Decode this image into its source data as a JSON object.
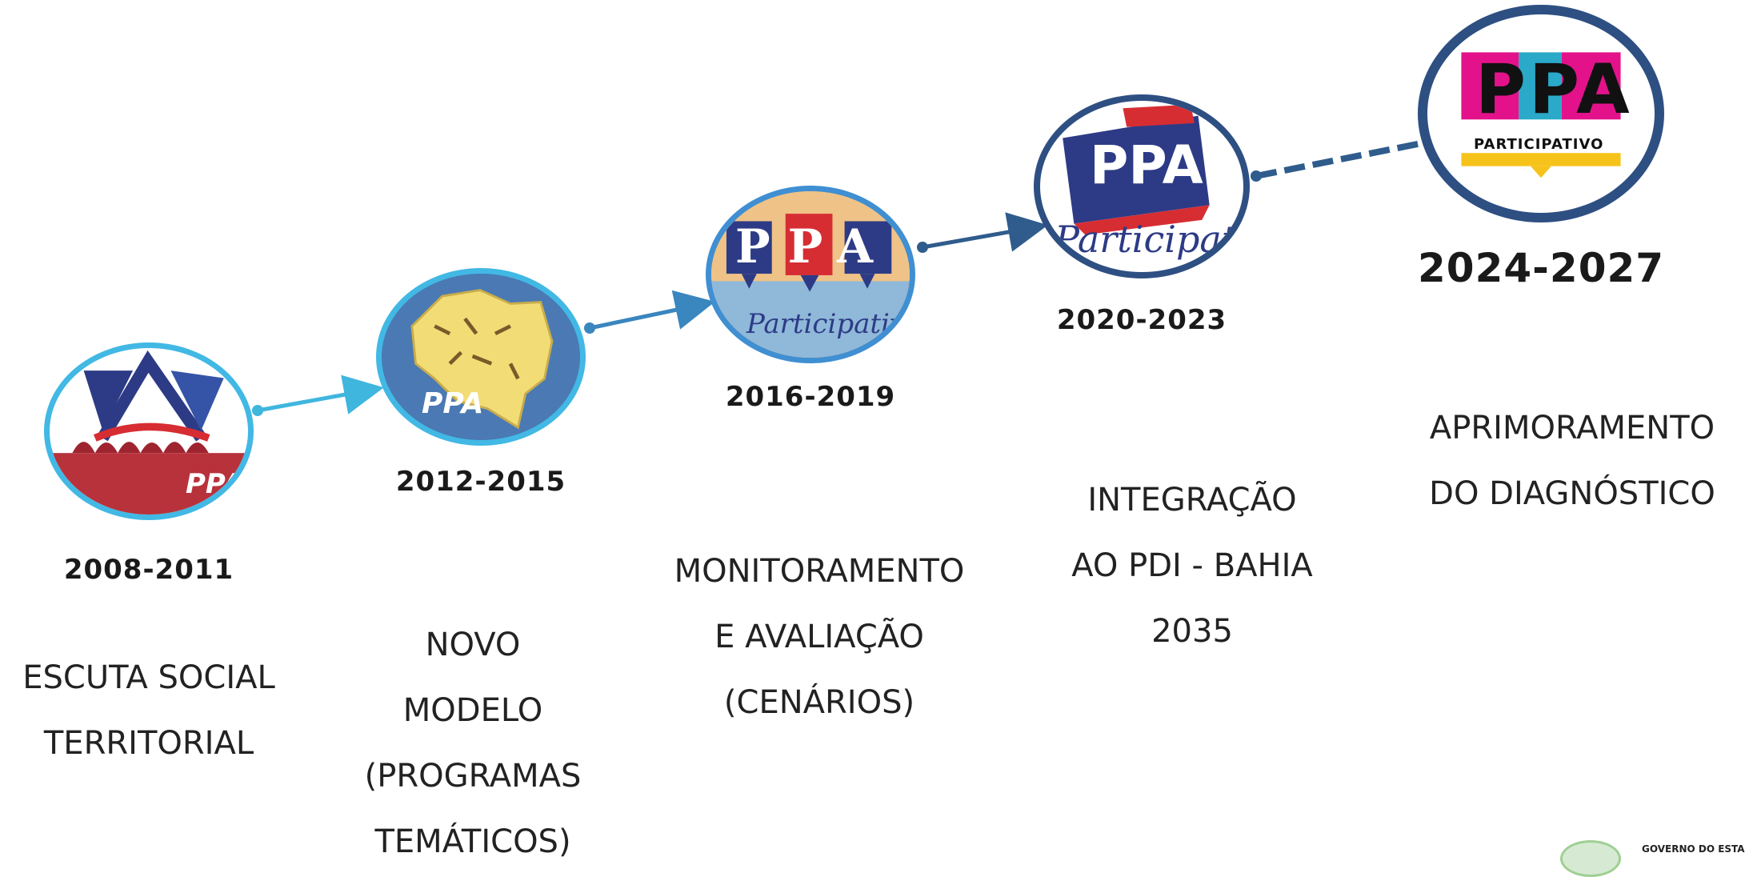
{
  "colors": {
    "connector_light": "#3fb6de",
    "connector_dark": "#2f5c8c",
    "logo_ring_light": "#42b8e4",
    "logo_ring_dark": "#2e4f82",
    "ppa_navy": "#2d3b86",
    "ppa_red": "#d62d33",
    "ppa_magenta": "#e3128b",
    "ppa_yellow": "#f6c31b"
  },
  "stages": [
    {
      "period": "2008-2011",
      "logo_text": "PPA",
      "logo_icon": "ppa-2008-logo-icon",
      "description": [
        "ESCUTA SOCIAL",
        "TERRITORIAL"
      ]
    },
    {
      "period": "2012-2015",
      "logo_text": "PPA",
      "logo_icon": "ppa-2012-bahia-map-icon",
      "description": [
        "NOVO",
        "MODELO",
        "(PROGRAMAS",
        "TEMÁTICOS)"
      ]
    },
    {
      "period": "2016-2019",
      "logo_text": "PPA",
      "logo_subtext": "Participativo",
      "logo_icon": "ppa-2016-logo-icon",
      "description": [
        "MONITORAMENTO",
        "E AVALIAÇÃO",
        "(CENÁRIOS)"
      ]
    },
    {
      "period": "2020-2023",
      "logo_text": "PPA",
      "logo_subtext": "Participati",
      "logo_icon": "ppa-2020-logo-icon",
      "description": [
        "INTEGRAÇÃO",
        "AO PDI - BAHIA",
        "2035"
      ]
    },
    {
      "period": "2024-2027",
      "logo_text": "PPA",
      "logo_subtext": "PARTICIPATIVO",
      "logo_icon": "ppa-2024-logo-icon",
      "description": [
        "APRIMORAMENTO",
        "DO DIAGNÓSTICO"
      ]
    }
  ],
  "footer": {
    "government_label": "GOVERNO DO ESTA",
    "government_icon": "government-seal-icon"
  }
}
